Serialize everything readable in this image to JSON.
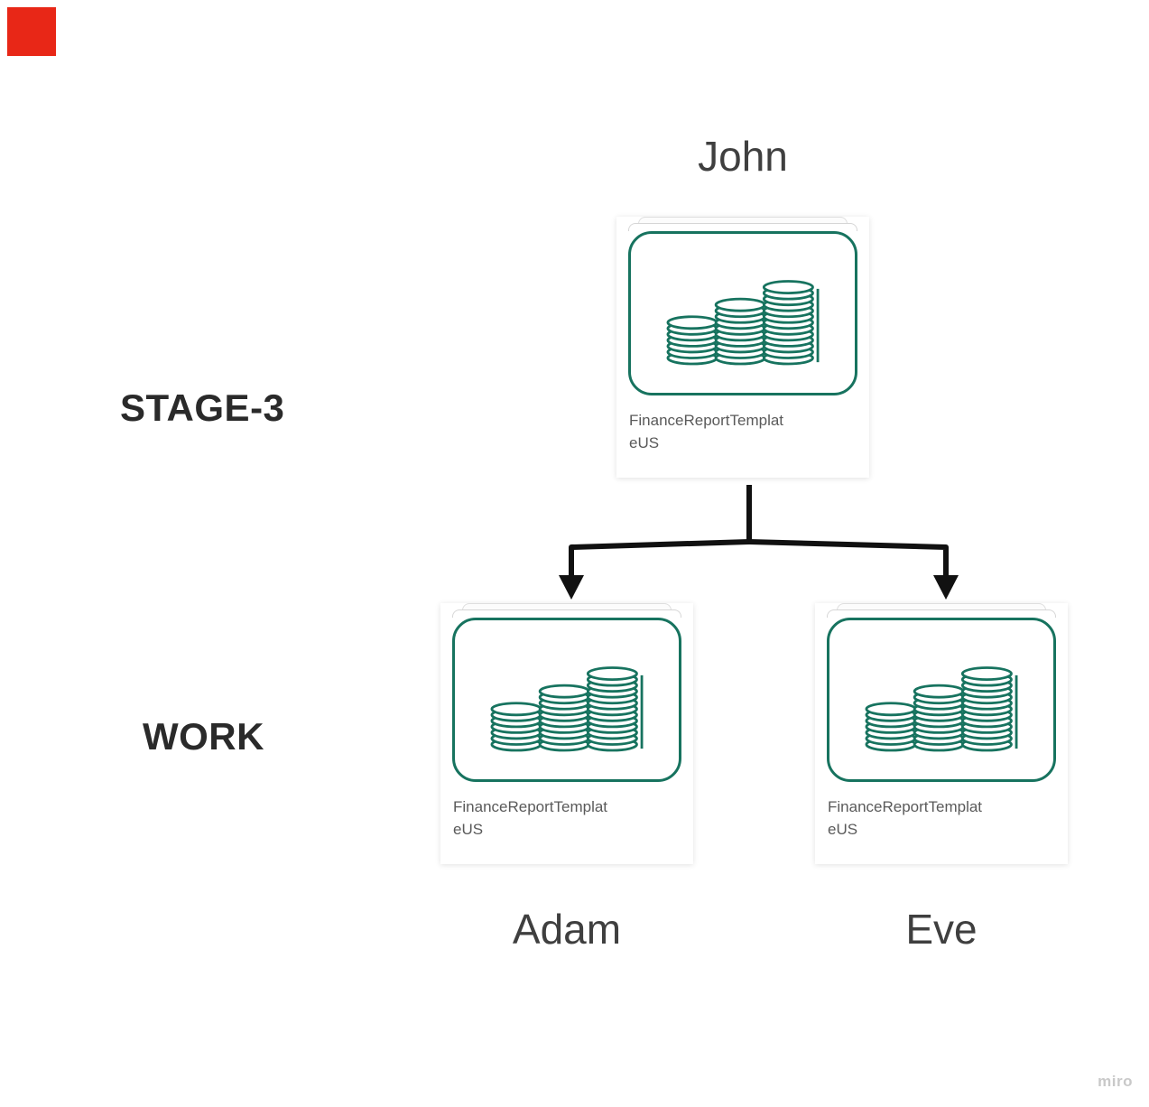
{
  "board": {
    "watermark": "miro",
    "colors": {
      "accent_green": "#17735f",
      "marker_red": "#e82717",
      "connector_black": "#111111",
      "card_label_gray": "#5a5a5a",
      "name_text_gray": "#3f3f3f",
      "stage_text_dark": "#2a2a2a"
    }
  },
  "texts": {
    "parent_name": "John",
    "stage_label": "STAGE-3",
    "work_label": "WORK",
    "child_left_name": "Adam",
    "child_right_name": "Eve"
  },
  "cards": {
    "john": {
      "title": "FinanceReportTemplateUS",
      "title_wrapped": "FinanceReportTemplat\neUS"
    },
    "adam": {
      "title": "FinanceReportTemplateUS",
      "title_wrapped": "FinanceReportTemplat\neUS"
    },
    "eve": {
      "title": "FinanceReportTemplateUS",
      "title_wrapped": "FinanceReportTemplat\neUS"
    }
  }
}
